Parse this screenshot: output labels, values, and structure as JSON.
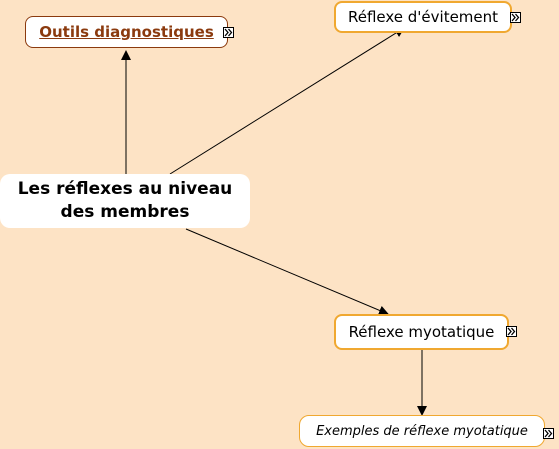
{
  "concept_map": {
    "nodes": {
      "outils": {
        "label": "Outils diagnostiques",
        "has_link": true
      },
      "evitement": {
        "label": "Réflexe d'évitement",
        "has_link": true
      },
      "main": {
        "label": "Les réflexes au niveau des membres"
      },
      "myotatique": {
        "label": "Réflexe myotatique",
        "has_link": true
      },
      "exemples": {
        "label": "Exemples de réflexe myotatique",
        "has_link": true
      }
    },
    "edges": [
      {
        "from": "main",
        "to": "outils"
      },
      {
        "from": "main",
        "to": "evitement"
      },
      {
        "from": "main",
        "to": "myotatique"
      },
      {
        "from": "myotatique",
        "to": "exemples"
      }
    ]
  },
  "colors": {
    "background": "#fde3c5",
    "node_fill": "#ffffff",
    "border_orange": "#f0a830",
    "border_brown": "#8b3a0e",
    "link_text": "#8b3a0e",
    "edge": "#000000"
  },
  "icons": {
    "node_link": "double-chevron-right-icon"
  }
}
